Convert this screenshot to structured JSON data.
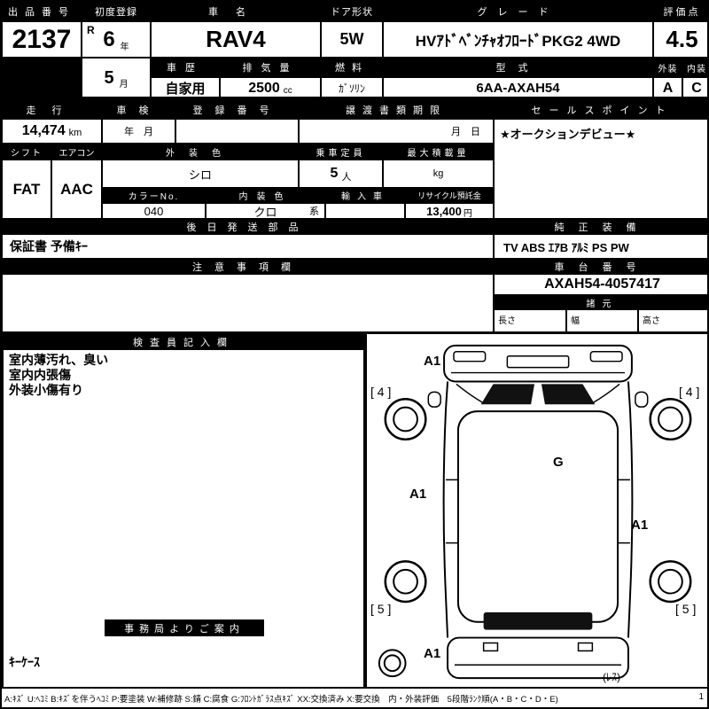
{
  "top": {
    "auction_no_label": "出品番号",
    "auction_no": "2137",
    "first_reg_label": "初度登録",
    "era": "R",
    "year": "6",
    "year_unit": "年",
    "month": "5",
    "month_unit": "月",
    "car_name_label": "車名",
    "car_name": "RAV4",
    "history_label": "車歴",
    "history": "自家用",
    "displacement_label": "排気量",
    "displacement": "2500",
    "displacement_unit": "cc",
    "door_label": "ドア形状",
    "door": "5W",
    "fuel_label": "燃料",
    "fuel": "ｶﾞｿﾘﾝ",
    "grade_label": "グレード",
    "grade": "HVｱﾄﾞﾍﾞﾝﾁｬｵﾌﾛｰﾄﾞPKG2 4WD",
    "model_label": "型式",
    "model": "6AA-AXAH54",
    "score_label": "評価点",
    "score": "4.5",
    "exterior_label": "外装",
    "exterior_grade": "A",
    "interior_label": "内装",
    "interior_grade": "C"
  },
  "reg": {
    "mileage_label": "走行",
    "mileage": "14,474",
    "mileage_unit": "km",
    "shaken_label": "車検",
    "shaken_value": "年　月",
    "reg_no_label": "登録番号",
    "transfer_label": "譲渡書類期限",
    "transfer_value": "月　日",
    "sales_label": "セールスポイント",
    "sales_point": "★オークションデビュー★"
  },
  "spec": {
    "shift_label": "シフト",
    "shift": "FAT",
    "ac_label": "エアコン",
    "ac": "AAC",
    "ext_color_label": "外装色",
    "ext_color": "シロ",
    "capacity_label": "乗車定員",
    "capacity": "5",
    "capacity_unit": "人",
    "payload_label": "最大積載量",
    "payload_unit": "kg",
    "color_no_label": "カラーNo.",
    "color_no": "040",
    "int_color_label": "内装色",
    "int_color": "クロ",
    "int_color_suffix": "系",
    "import_label": "輸入車",
    "recycle_label": "リサイクル預託金",
    "recycle": "13,400",
    "recycle_unit": "円"
  },
  "ship": {
    "label": "後日発送部品",
    "value": "保証書 予備ｷｰ",
    "equip_label": "純正装備",
    "equip": "TV ABS ｴｱB ｱﾙﾐ PS PW"
  },
  "notes_section": {
    "label": "注意事項欄",
    "chassis_label": "車台番号",
    "chassis": "AXAH54-4057417",
    "dims_label": "諸元",
    "length_label": "長さ",
    "width_label": "幅",
    "height_label": "高さ"
  },
  "inspection": {
    "label": "検査員記入欄",
    "notes": [
      "室内薄汚れ、臭い",
      "室内内張傷",
      "外装小傷有り"
    ],
    "office_label": "事務局よりご案内",
    "office_note": "ｷｰｹｰｽ"
  },
  "diagram": {
    "labels": [
      {
        "text": "A1"
      },
      {
        "text": "[ 4 ]"
      },
      {
        "text": "[ 4 ]"
      },
      {
        "text": "G"
      },
      {
        "text": "A1"
      },
      {
        "text": "A1"
      },
      {
        "text": "[ 5 ]"
      },
      {
        "text": "[ 5 ]"
      },
      {
        "text": "A1"
      },
      {
        "text": "(ﾚｽ)"
      }
    ]
  },
  "legend": {
    "text": "A:ｷｽﾞ U:ﾍｺﾐ B:ｷｽﾞを伴うﾍｺﾐ P:要塗装 W:補修跡 S:錆 C:腐食 G:ﾌﾛﾝﾄｶﾞﾗｽ点ｷｽﾞ XX:交換済み X:要交換　内・外装評価　5段階ﾗﾝｸ順(A・B・C・D・E)",
    "page": "1"
  },
  "colors": {
    "ink": "#000000",
    "paper": "#ffffff"
  }
}
